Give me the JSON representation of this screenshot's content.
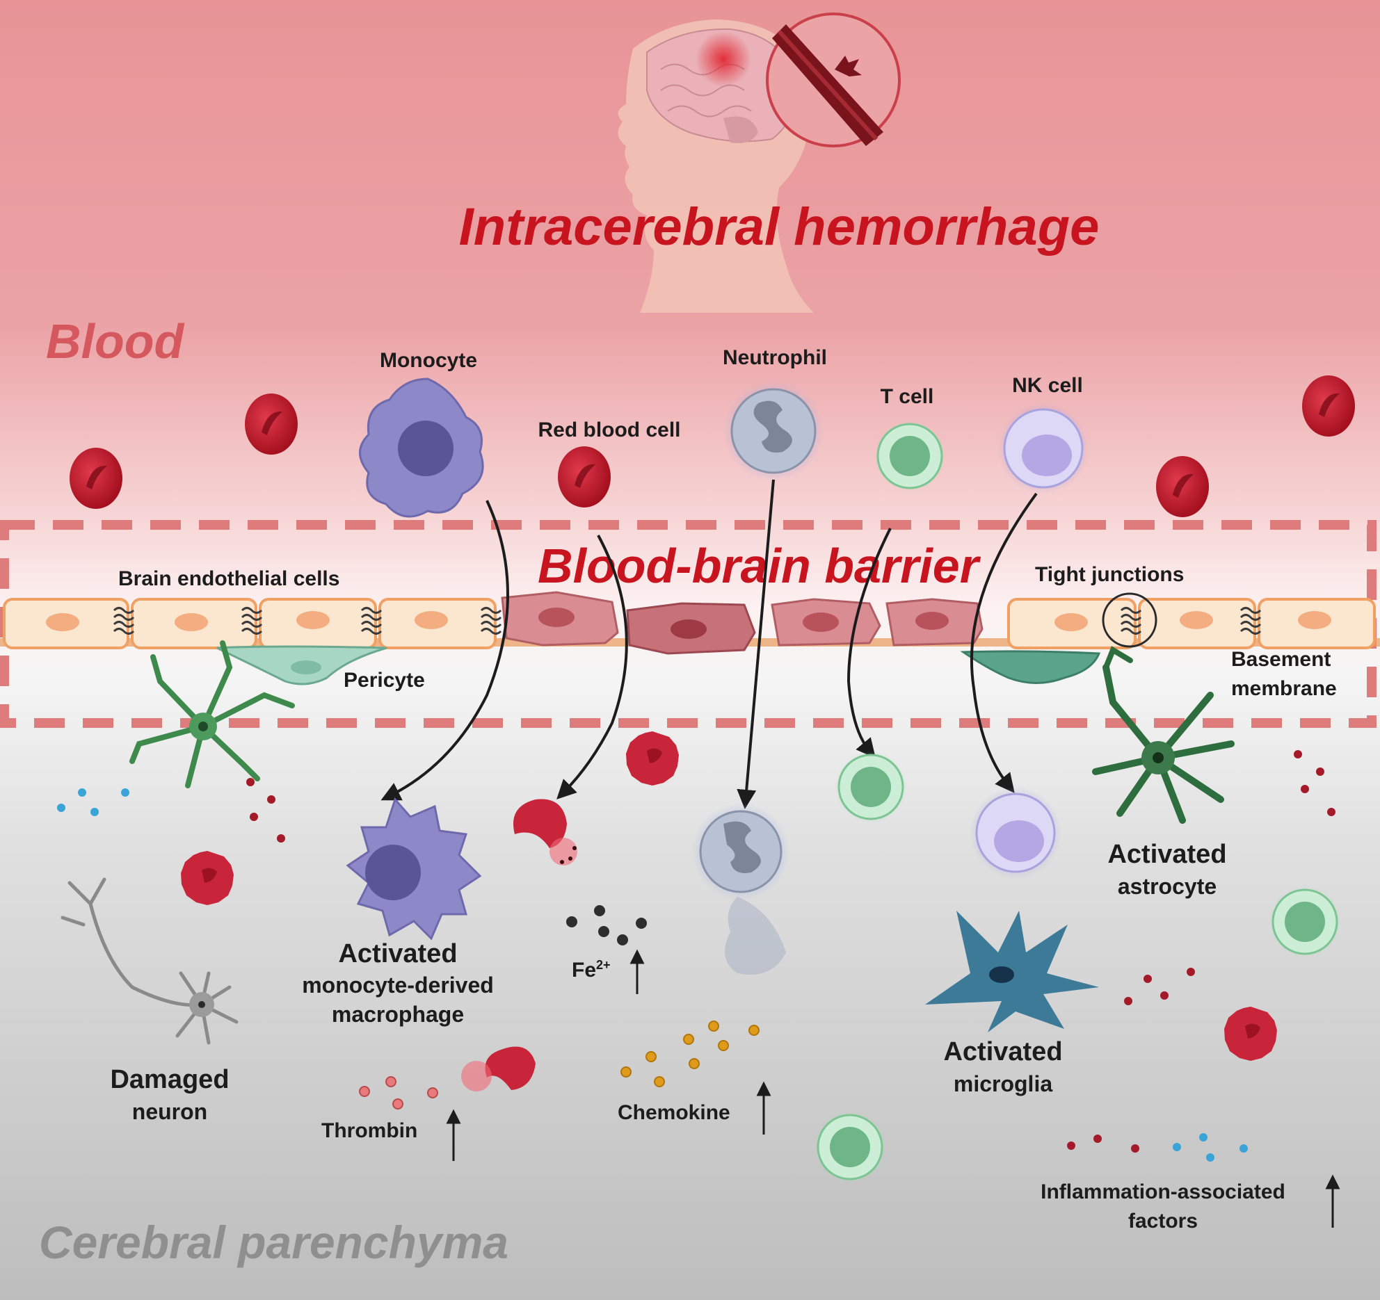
{
  "title": "Intracerebral hemorrhage",
  "zones": {
    "blood": "Blood",
    "barrier": "Blood-brain barrier",
    "parenchyma": "Cerebral parenchyma"
  },
  "blood_cells": {
    "monocyte": "Monocyte",
    "red_blood_cell": "Red blood cell",
    "neutrophil": "Neutrophil",
    "t_cell": "T cell",
    "nk_cell": "NK cell"
  },
  "barrier_parts": {
    "endothelial": "Brain endothelial cells",
    "tight_junctions": "Tight junctions",
    "pericyte": "Pericyte",
    "basement_1": "Basement",
    "basement_2": "membrane"
  },
  "parenchyma_labels": {
    "macrophage_1": "Activated",
    "macrophage_2": "monocyte-derived",
    "macrophage_3": "macrophage",
    "iron": "Fe",
    "iron_sup": "2+",
    "astrocyte_1": "Activated",
    "astrocyte_2": "astrocyte",
    "microglia_1": "Activated",
    "microglia_2": "microglia",
    "neuron_1": "Damaged",
    "neuron_2": "neuron",
    "thrombin": "Thrombin",
    "chemokine": "Chemokine",
    "inflammation_1": "Inflammation-associated",
    "inflammation_2": "factors"
  },
  "colors": {
    "blood_bg": "#e8979a",
    "parenchyma_bg": "#c4c4c4",
    "title_red": "#c8141e",
    "zone_blood": "#d4585e",
    "zone_parenchyma": "#8f8f8f",
    "barrier_dash": "#de7b7b",
    "rbc": "#c8243a",
    "monocyte": "#8d89c9",
    "neutrophil": "#aeb5c9",
    "t_cell": "#8fd1a3",
    "nk_cell": "#b5aee6",
    "microglia": "#3c7a98",
    "astrocyte": "#2e6e3e"
  }
}
